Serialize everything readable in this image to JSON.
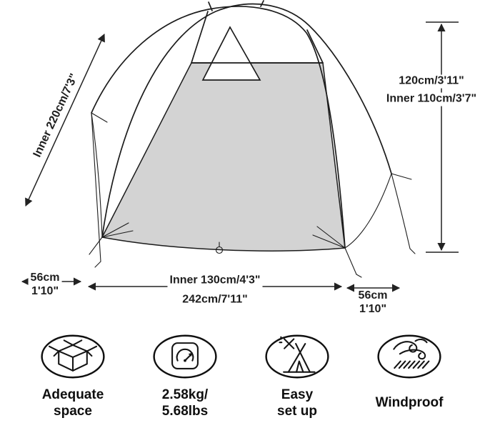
{
  "dimensions": {
    "left_diagonal": "Inner 220cm/7'3\"",
    "right_top": "120cm/3'11\"",
    "right_bottom": "Inner 110cm/3'7\"",
    "bottom_left": {
      "line1": "56cm",
      "line2": "1'10\""
    },
    "bottom_center_inner": "Inner 130cm/4'3\"",
    "bottom_center_total": "242cm/7'11\"",
    "bottom_right": {
      "line1": "56cm",
      "line2": "1'10\""
    }
  },
  "features": [
    {
      "icon": "open-box-icon",
      "line1": "Adequate",
      "line2": "space"
    },
    {
      "icon": "weight-gauge-icon",
      "line1": "2.58kg/",
      "line2": "5.68lbs"
    },
    {
      "icon": "tent-setup-icon",
      "line1": "Easy",
      "line2": "set up"
    },
    {
      "icon": "wind-icon",
      "line1": "Windproof",
      "line2": ""
    }
  ],
  "colors": {
    "line": "#1c1c1c",
    "floor": "#d3d3d3",
    "background": "#ffffff"
  }
}
